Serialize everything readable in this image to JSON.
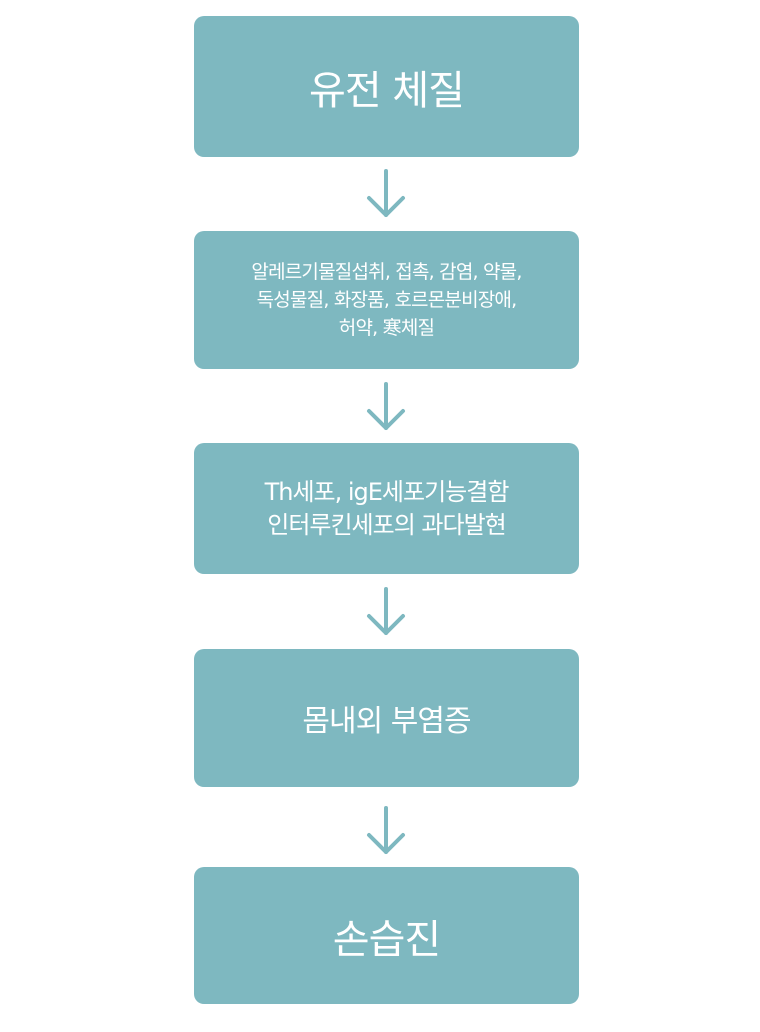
{
  "flow": {
    "steps": [
      {
        "lines": [
          "유전 체질"
        ]
      },
      {
        "lines": [
          "알레르기물질섭취, 접촉, 감염, 약물,",
          "독성물질, 화장품, 호르몬분비장애,",
          "허약, 寒체질"
        ]
      },
      {
        "lines": [
          "Th세포, igE세포기능결함",
          "인터루킨세포의 과다발현"
        ]
      },
      {
        "lines": [
          "몸내외 부염증"
        ]
      },
      {
        "lines": [
          "손습진"
        ]
      }
    ],
    "arrow_icon": "arrow-down-icon",
    "colors": {
      "box": "#7eb8c0",
      "arrow": "#7eb8c0",
      "text": "#ffffff"
    }
  }
}
